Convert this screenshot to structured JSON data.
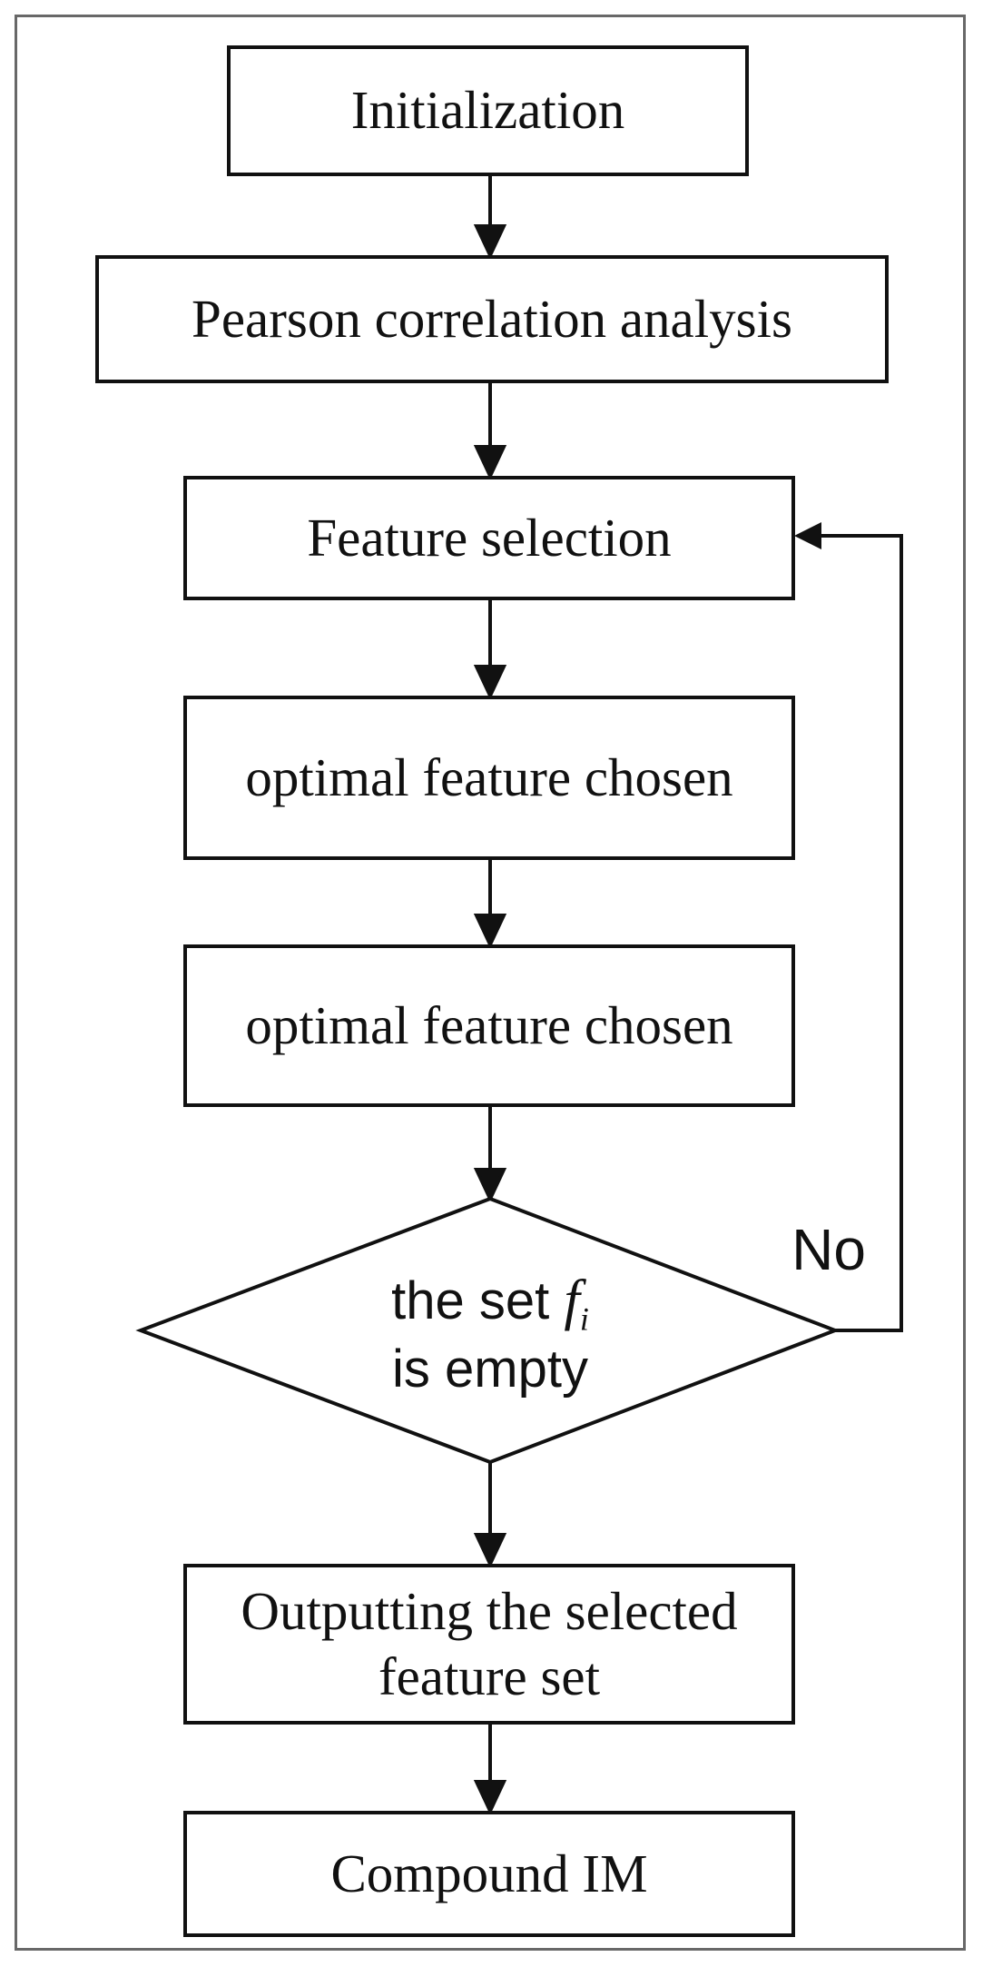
{
  "diagram": {
    "title": "feature selection flowchart",
    "colors": {
      "background": "#ffffff",
      "box_border": "#111111",
      "frame_border": "#686868",
      "text": "#111111"
    },
    "nodes": [
      {
        "id": "initialization",
        "type": "process",
        "label": "Initialization"
      },
      {
        "id": "pearson",
        "type": "process",
        "label": "Pearson correlation analysis"
      },
      {
        "id": "feature-selection",
        "type": "process",
        "label": "Feature selection"
      },
      {
        "id": "optimal-feature-1",
        "type": "process",
        "label": "optimal feature chosen"
      },
      {
        "id": "optimal-feature-2",
        "type": "process",
        "label": "optimal feature chosen"
      },
      {
        "id": "decision-set-empty",
        "type": "decision",
        "label": "the set f_i is empty",
        "line1_prefix": "the set ",
        "math_symbol": "f",
        "math_subscript": "i",
        "line2": "is empty"
      },
      {
        "id": "outputting",
        "type": "process",
        "label": "Outputting the selected feature set"
      },
      {
        "id": "compound-im",
        "type": "process",
        "label": "Compound IM"
      }
    ],
    "edges": {
      "no_label": "No"
    }
  }
}
